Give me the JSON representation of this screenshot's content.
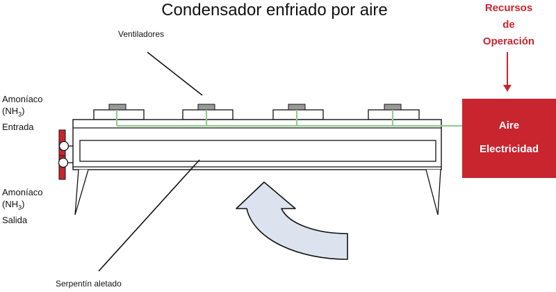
{
  "title": "Condensador enfriado por aire",
  "labels": {
    "fans": "Ventiladores",
    "coil": "Serpentín aletado"
  },
  "inlet": {
    "line1": "Amoníaco",
    "formula_prefix": "(NH",
    "formula_sub": "3",
    "formula_suffix": ")",
    "line3": "Entrada"
  },
  "outlet": {
    "line1": "Amoníaco",
    "formula_prefix": "(NH",
    "formula_sub": "3",
    "formula_suffix": ")",
    "line3": "Salida"
  },
  "resources": {
    "line1": "Recursos",
    "line2": "de",
    "line3": "Operación"
  },
  "resource_box": {
    "line1": "Aire",
    "line2": "Electricidad"
  },
  "colors": {
    "accent_red": "#c8252f",
    "box_red": "#c8252f",
    "arrow_fill": "#dde3ee",
    "wire_green": "#8fce8f",
    "fan_motor": "#999999"
  }
}
